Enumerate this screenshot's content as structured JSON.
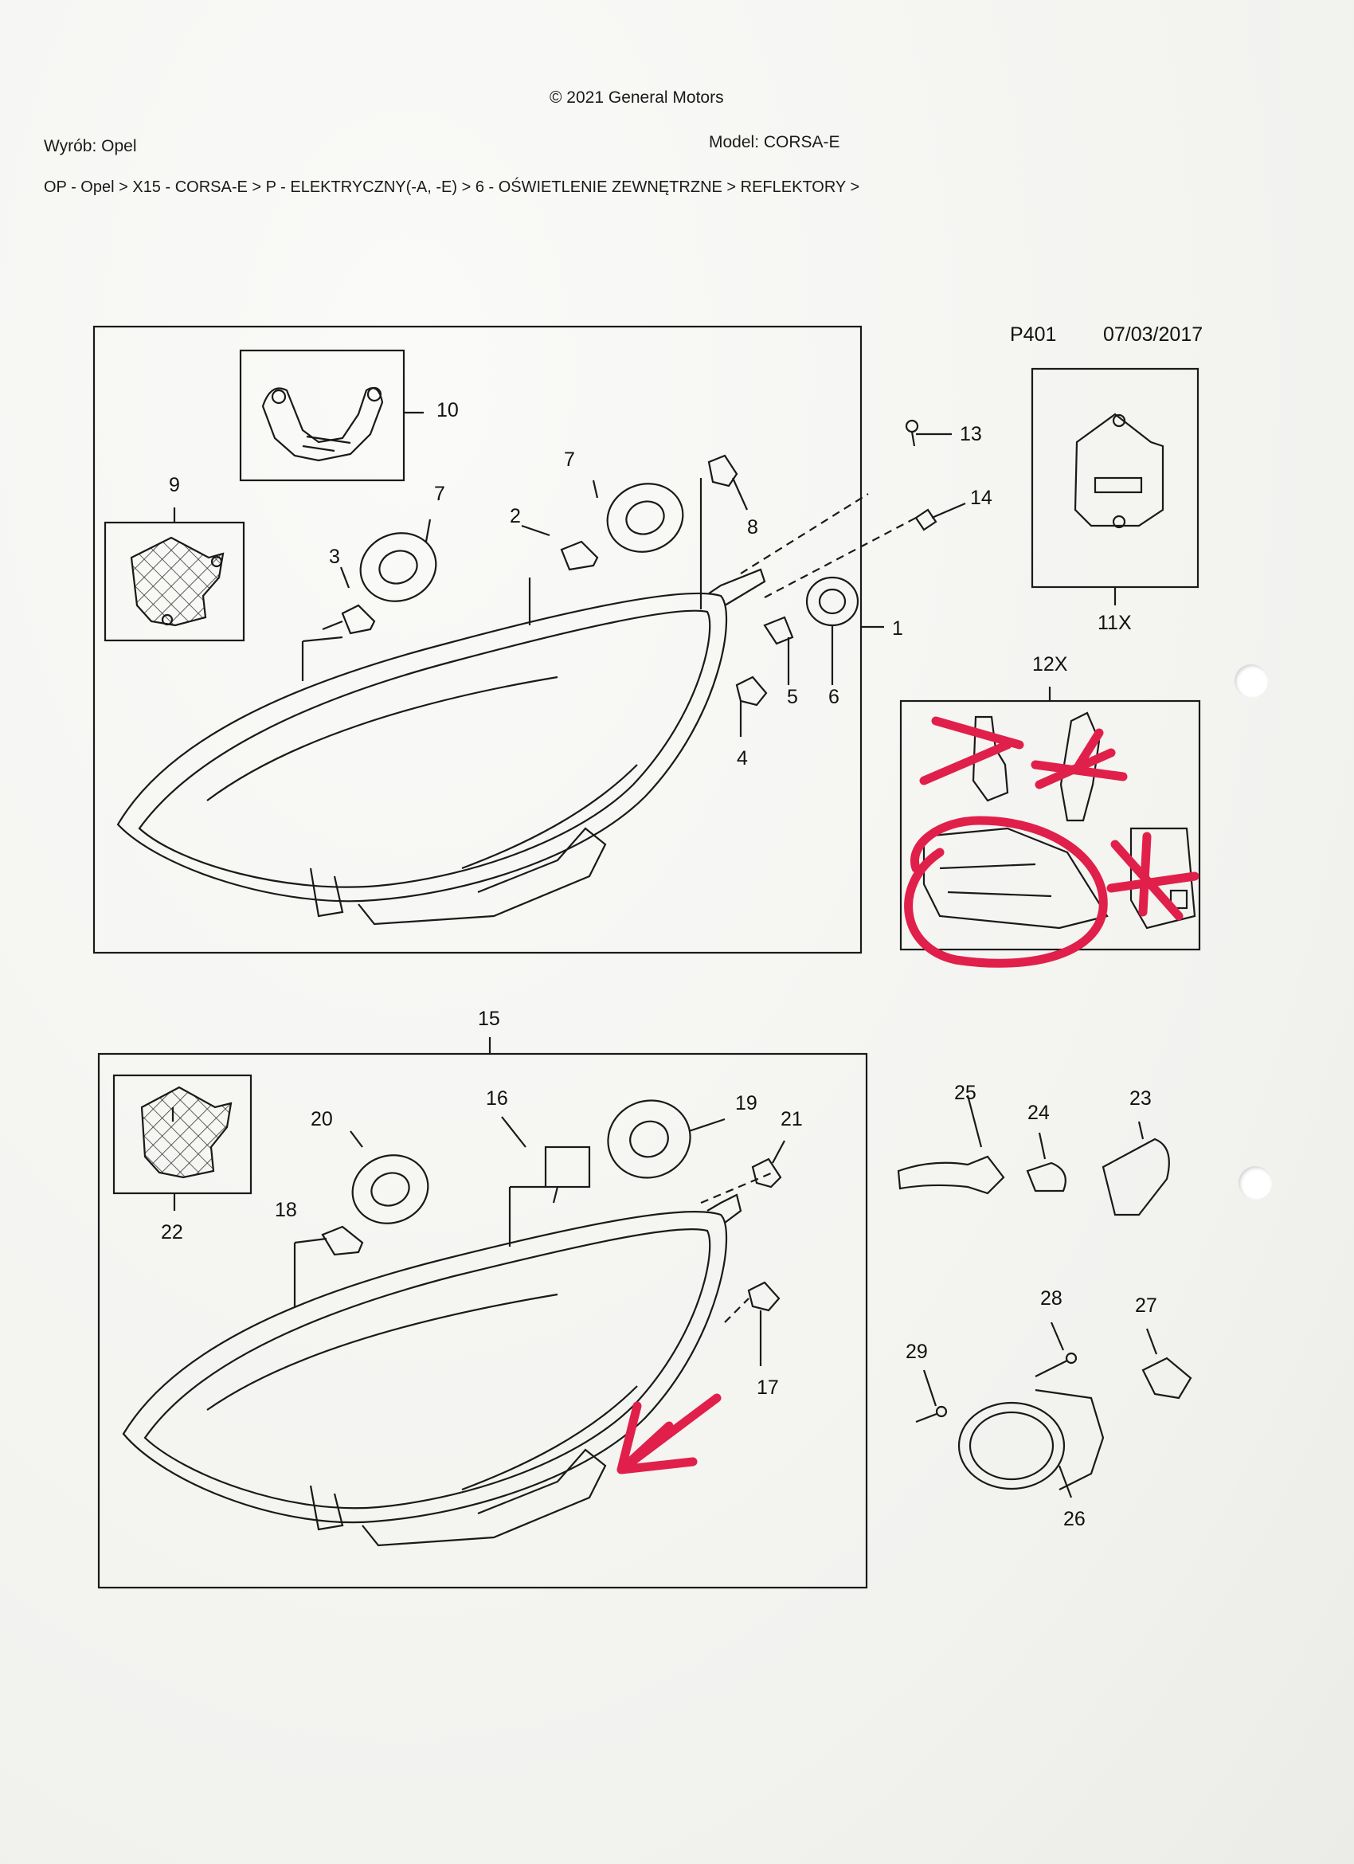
{
  "header": {
    "copyright": "© 2021 General Motors",
    "product": "Wyrób: Opel",
    "model": "Model: CORSA-E",
    "breadcrumb": "OP - Opel > X15 - CORSA-E > P - ELEKTRYCZNY(-A, -E) > 6 - OŚWIETLENIE ZEWNĘTRZNE > REFLEKTORY >"
  },
  "diagram_meta": {
    "code": "P401",
    "date": "07/03/2017"
  },
  "callouts": {
    "c1": "1",
    "c2": "2",
    "c3": "3",
    "c4": "4",
    "c5": "5",
    "c6": "6",
    "c7a": "7",
    "c7b": "7",
    "c8": "8",
    "c9": "9",
    "c10": "10",
    "c11": "11X",
    "c12": "12X",
    "c13": "13",
    "c14": "14",
    "c15": "15",
    "c16": "16",
    "c17": "17",
    "c18": "18",
    "c19": "19",
    "c20": "20",
    "c21": "21",
    "c22": "22",
    "c23": "23",
    "c24": "24",
    "c25": "25",
    "c26": "26",
    "c27": "27",
    "c28": "28",
    "c29": "29"
  },
  "colors": {
    "ink": "#1a1a1a",
    "marker": "#e0204a",
    "paper": "#f4f4f2"
  }
}
